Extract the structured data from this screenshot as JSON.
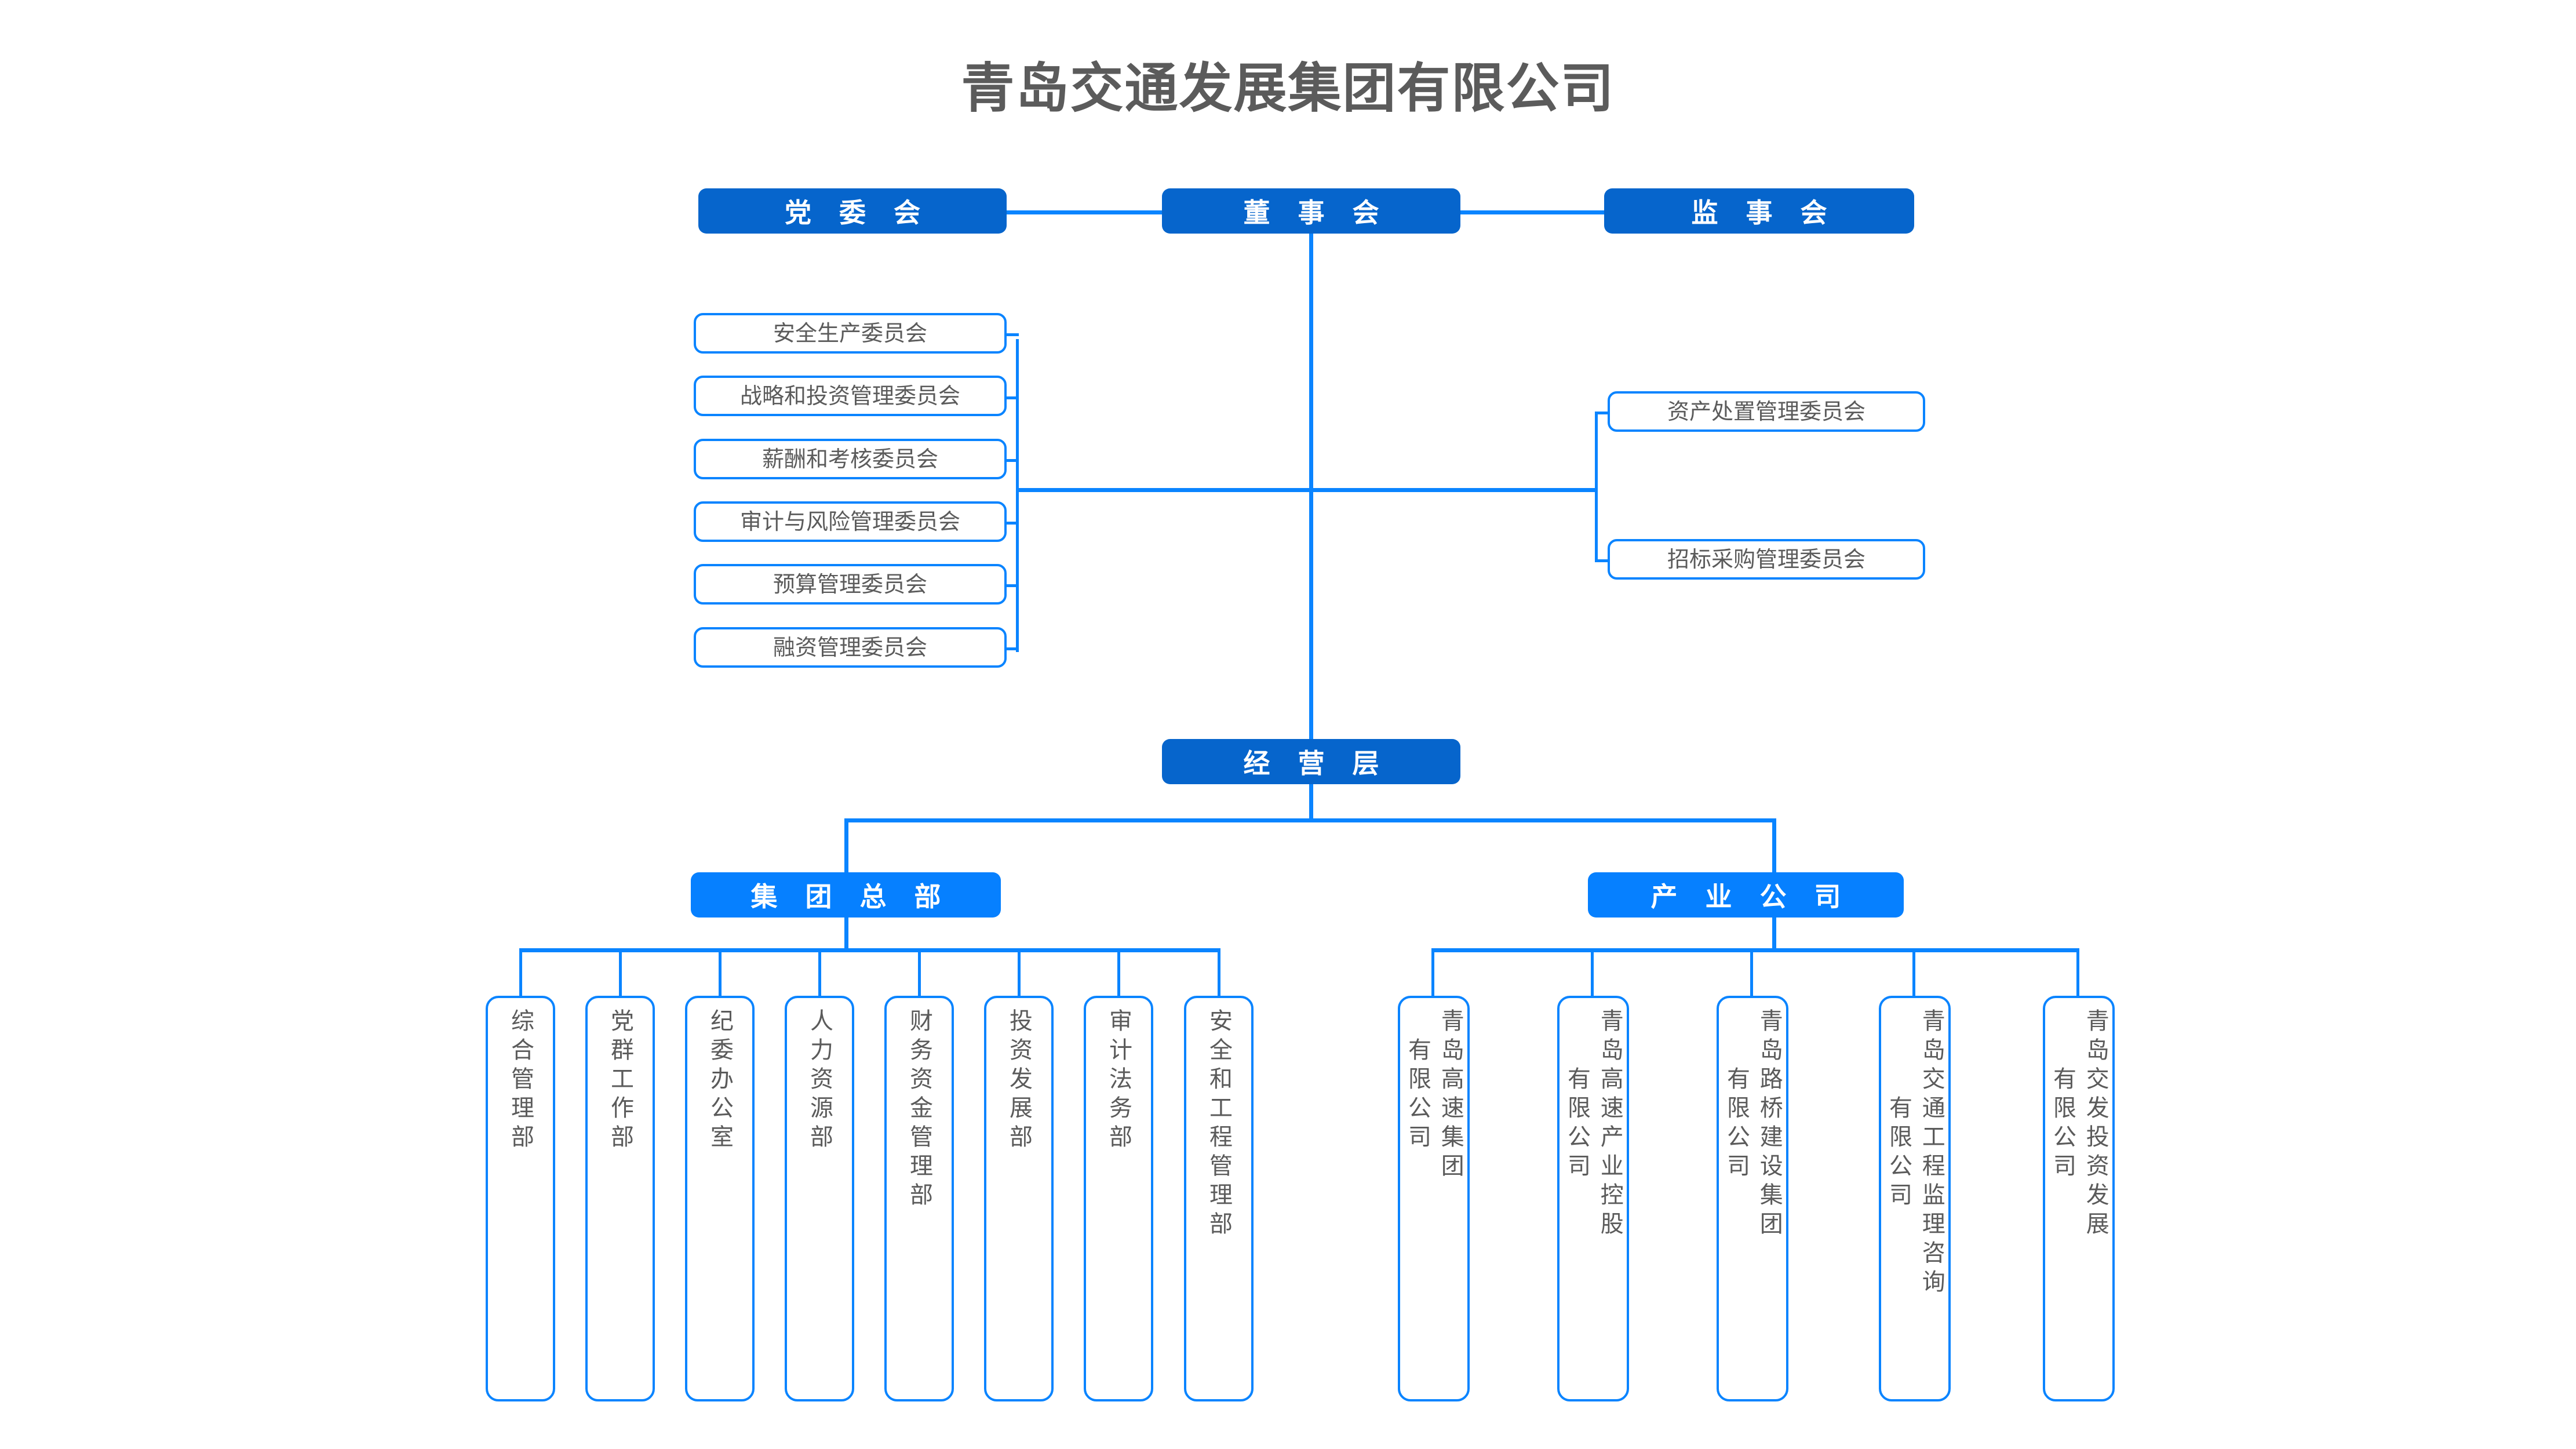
{
  "title": "青岛交通发展集团有限公司",
  "colors": {
    "header_pill": "#0665CC",
    "branch_pill": "#0680FF",
    "line": "#0A84FF",
    "text": "#5B5B5B",
    "background": "#FFFFFF"
  },
  "governance": {
    "party_committee": "党 委 会",
    "board_of_directors": "董 事 会",
    "supervisory_board": "监 事 会"
  },
  "left_committees": [
    {
      "label": "安全生产委员会"
    },
    {
      "label": "战略和投资管理委员会"
    },
    {
      "label": "薪酬和考核委员会"
    },
    {
      "label": "审计与风险管理委员会"
    },
    {
      "label": "预算管理委员会"
    },
    {
      "label": "融资管理委员会"
    }
  ],
  "right_committees": [
    {
      "label": "资产处置管理委员会"
    },
    {
      "label": "招标采购管理委员会"
    }
  ],
  "management_layer": "经 营 层",
  "branches": {
    "headquarters": "集 团 总 部",
    "industry_companies": "产 业 公 司"
  },
  "departments": [
    {
      "label": "综合管理部"
    },
    {
      "label": "党群工作部"
    },
    {
      "label": "纪委办公室"
    },
    {
      "label": "人力资源部"
    },
    {
      "label": "财务资金管理部"
    },
    {
      "label": "投资发展部"
    },
    {
      "label": "审计法务部"
    },
    {
      "label": "安全和工程管理部"
    }
  ],
  "companies": [
    {
      "col_right": "青岛高速集团",
      "col_left": "有限公司"
    },
    {
      "col_right": "青岛高速产业控股",
      "col_left": "有限公司"
    },
    {
      "col_right": "青岛路桥建设集团",
      "col_left": "有限公司"
    },
    {
      "col_right": "青岛交通工程监理咨询",
      "col_left": "有限公司"
    },
    {
      "col_right": "青岛交发投资发展",
      "col_left": "有限公司"
    }
  ]
}
